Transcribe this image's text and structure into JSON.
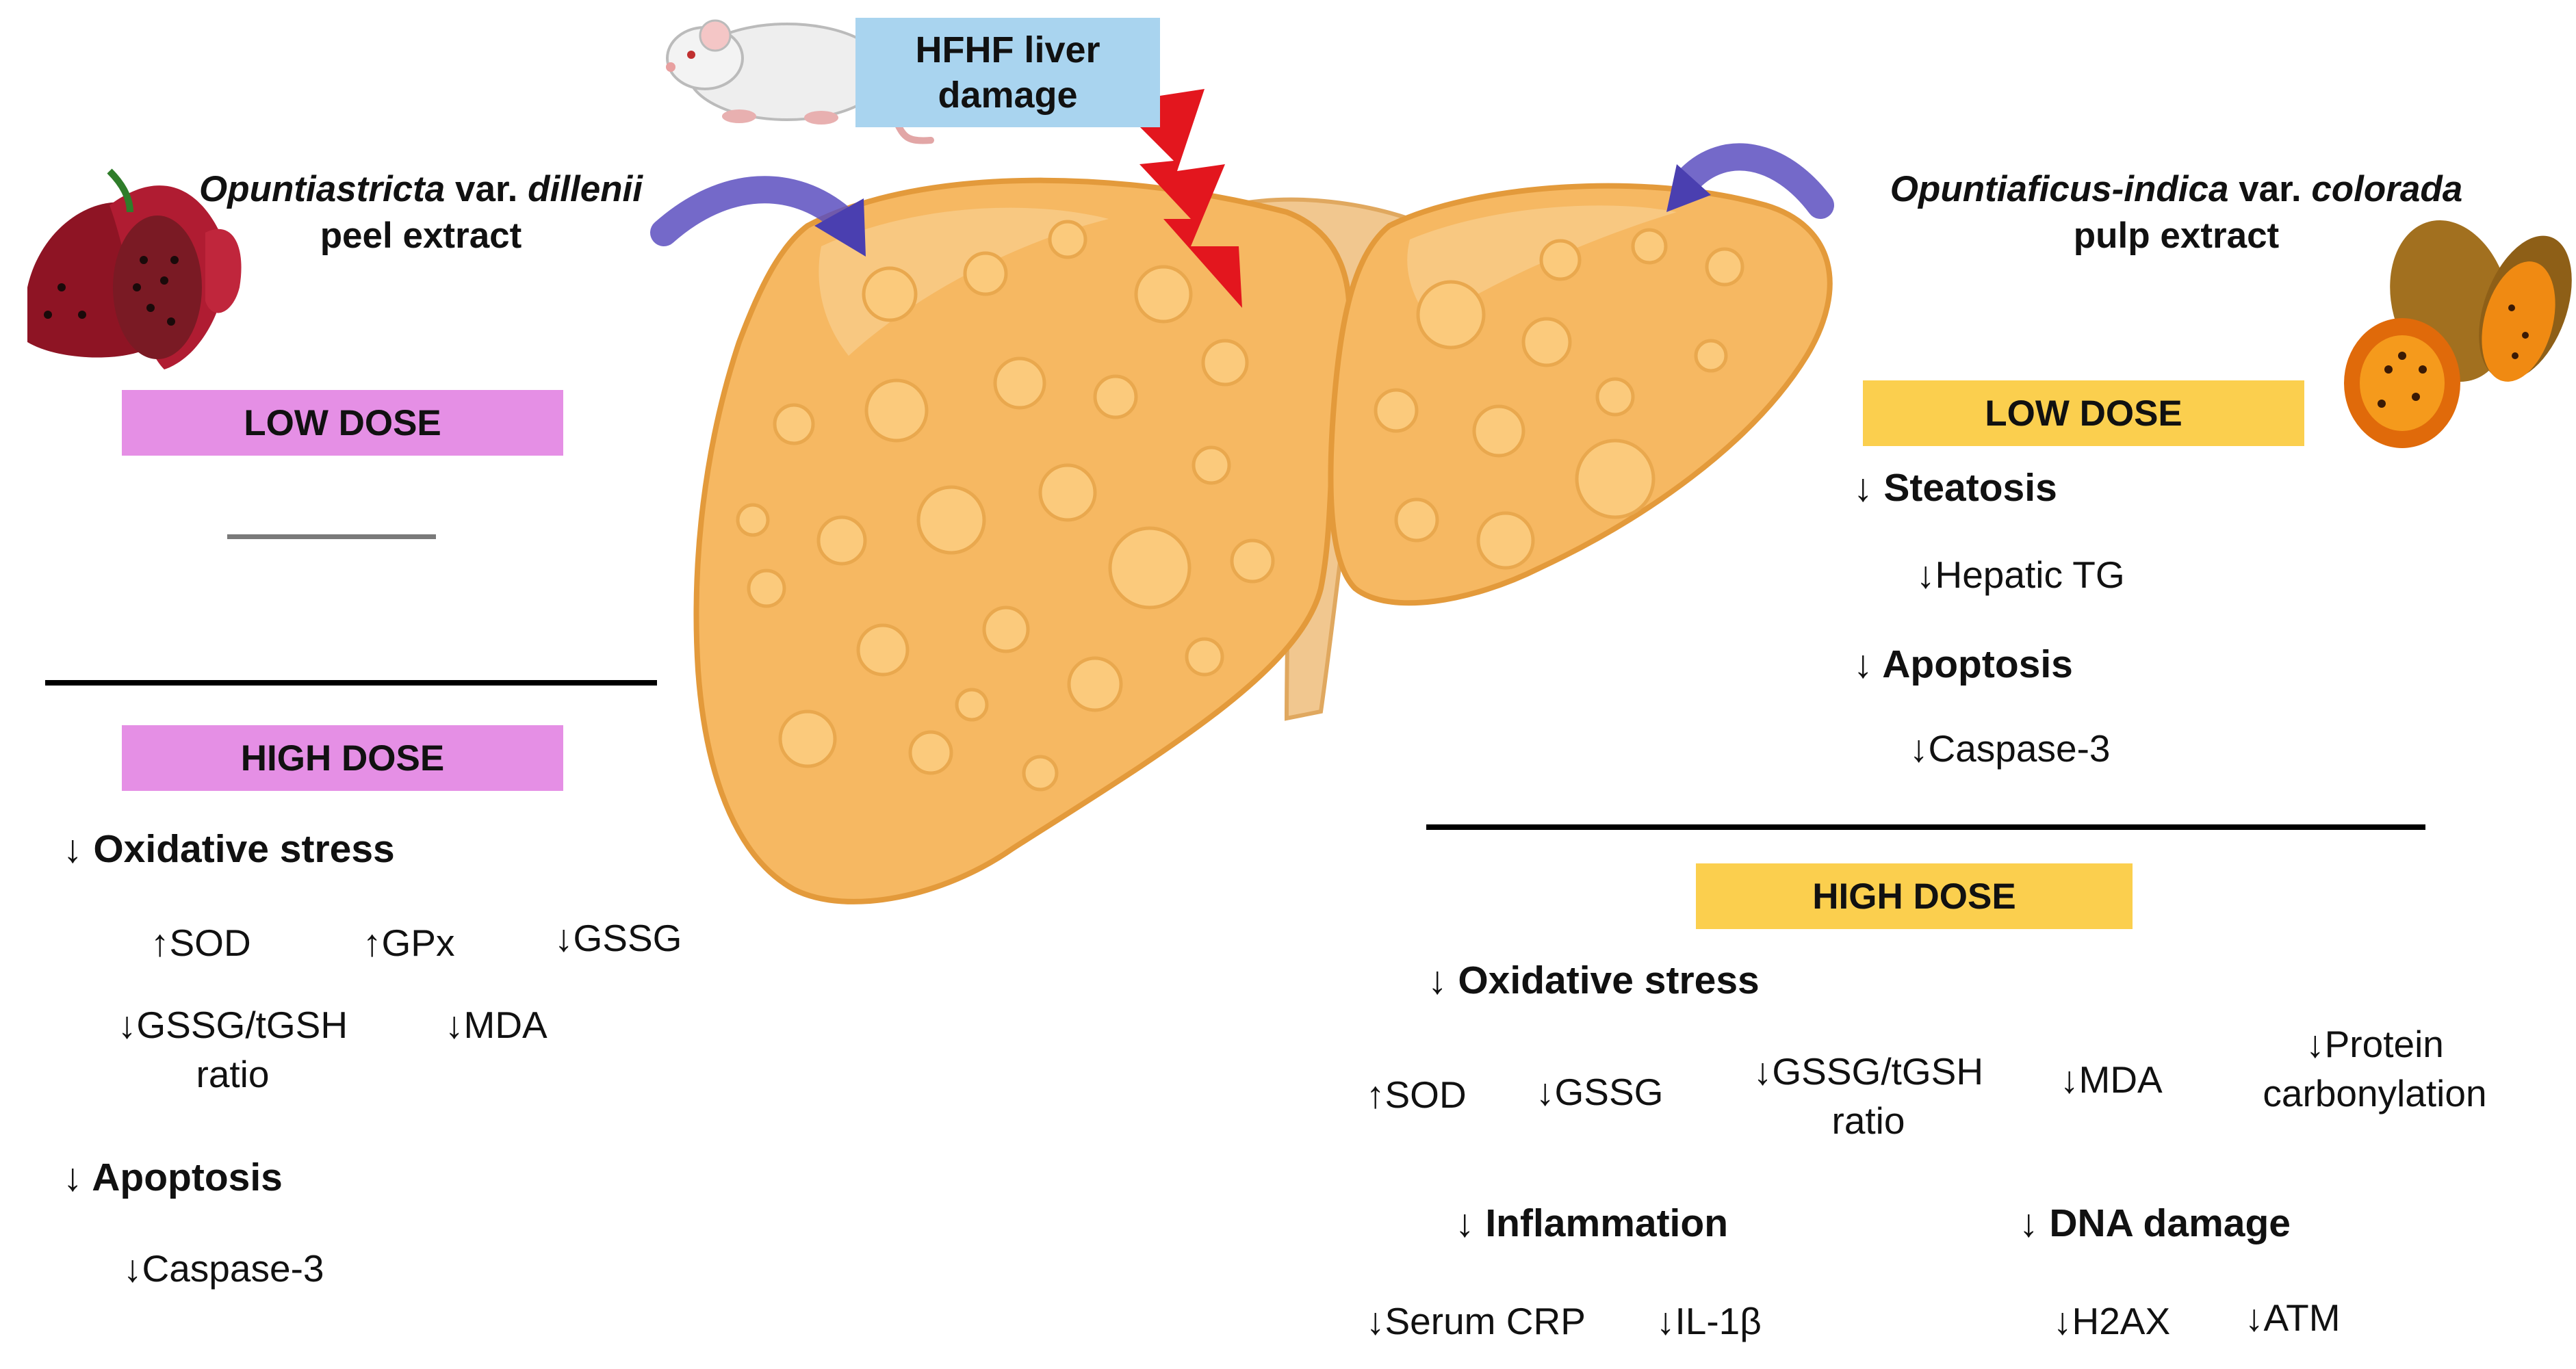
{
  "colors": {
    "liver": "#f6b862",
    "liver_stroke": "#e39a3b",
    "vesicle": "#fbca7c",
    "lightning": "#e3161e",
    "arrow": "#5c4fc0",
    "pink_dose": "#e58fe5",
    "yellow_dose": "#fbcf4e",
    "banner": "#a9d4ef"
  },
  "icons": [
    "rat-illustration",
    "liver-illustration",
    "lightning-icon",
    "curved-arrow-icon",
    "dragon-fruit-image",
    "prickly-pear-image"
  ],
  "banner": {
    "line1": "HFHF liver",
    "line2": "damage"
  },
  "left": {
    "title_species_a": "Opuntia",
    "title_species_b": "stricta",
    "title_var": "var.",
    "title_variety": "dillenii",
    "title_line2": "peel extract",
    "low_dose_label": "LOW DOSE",
    "high_dose_label": "HIGH DOSE",
    "oxidative": "↓ Oxidative stress",
    "ox_items": [
      "↑SOD",
      "↑GPx",
      "↓GSSG",
      "↓GSSG/tGSH",
      "ratio",
      "↓MDA"
    ],
    "apoptosis": "↓ Apoptosis",
    "caspase": "↓Caspase-3"
  },
  "right": {
    "title_species_a": "Opuntia",
    "title_species_b": "ficus-indica",
    "title_var": "var.",
    "title_variety": "colorada",
    "title_line2": "pulp extract",
    "low_dose_label": "LOW DOSE",
    "steatosis": "↓ Steatosis",
    "hepatic_tg": "↓Hepatic TG",
    "apoptosis": "↓ Apoptosis",
    "caspase": "↓Caspase-3",
    "high_dose_label": "HIGH DOSE",
    "oxidative": "↓ Oxidative stress",
    "ox_items": [
      "↑SOD",
      "↓GSSG",
      "↓GSSG/tGSH",
      "ratio",
      "↓MDA",
      "↓Protein",
      "carbonylation"
    ],
    "inflammation": "↓ Inflammation",
    "infl_items": [
      "↓Serum CRP",
      "↓IL-1β"
    ],
    "dna": "↓ DNA damage",
    "dna_items": [
      "↓H2AX",
      "↓ATM"
    ]
  }
}
